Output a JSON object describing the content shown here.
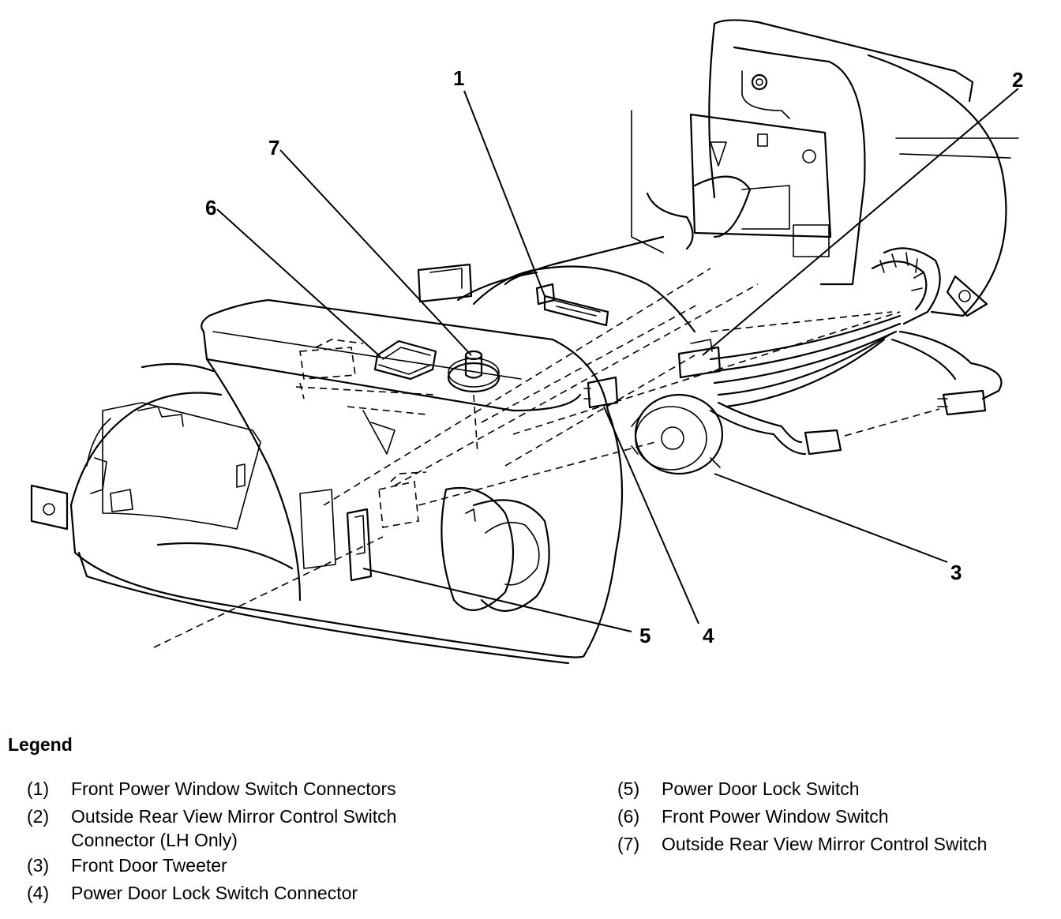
{
  "callouts": [
    "1",
    "2",
    "3",
    "4",
    "5",
    "6",
    "7"
  ],
  "legend": {
    "title": "Legend",
    "left": [
      {
        "num": "(1)",
        "text": "Front Power Window Switch Connectors"
      },
      {
        "num": "(2)",
        "text": "Outside Rear View Mirror Control Switch Connector (LH Only)"
      },
      {
        "num": "(3)",
        "text": "Front Door Tweeter"
      },
      {
        "num": "(4)",
        "text": "Power Door Lock Switch Connector"
      }
    ],
    "right": [
      {
        "num": "(5)",
        "text": "Power Door Lock Switch"
      },
      {
        "num": "(6)",
        "text": "Front Power Window Switch"
      },
      {
        "num": "(7)",
        "text": "Outside Rear View Mirror Control Switch"
      }
    ]
  }
}
